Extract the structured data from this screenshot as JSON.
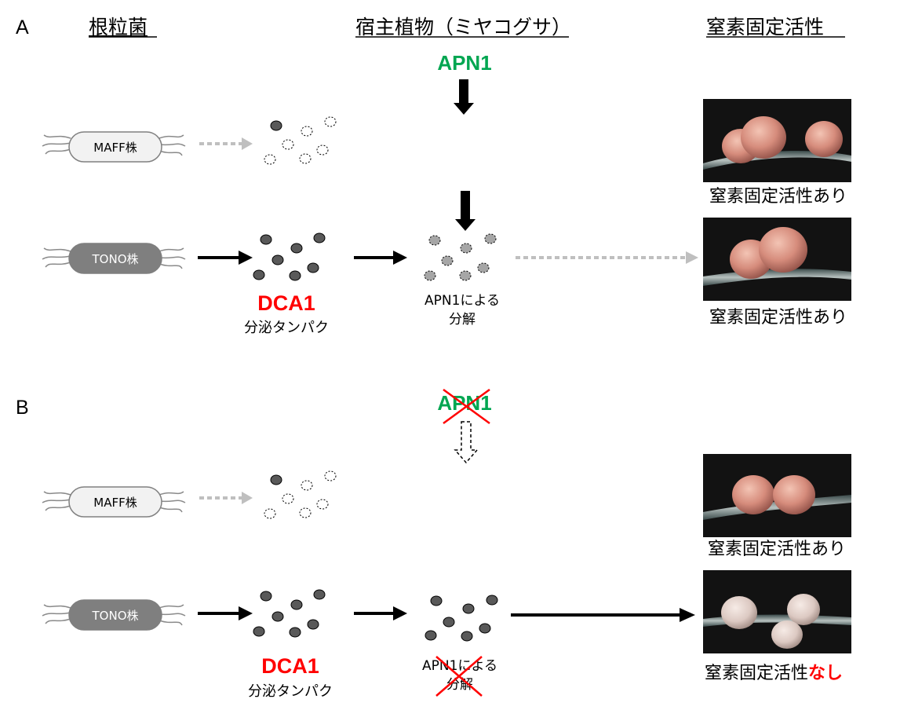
{
  "panels": {
    "a_letter": "A",
    "b_letter": "B"
  },
  "headers": {
    "rhizobia": "根粒菌",
    "host_plant": "宿主植物（ミヤコグサ）",
    "nitrogen_fixation": "窒素固定活性"
  },
  "strains": {
    "maff": "MAFF株",
    "tono": "TONO株"
  },
  "protein": {
    "name": "DCA1",
    "desc": "分泌タンパク"
  },
  "host_gene": {
    "name": "APN1"
  },
  "degradation": {
    "line1": "APN1による",
    "line2": "分解"
  },
  "results": {
    "active": "窒素固定活性あり",
    "inactive_prefix": "窒素固定活性",
    "inactive_suffix": "なし"
  },
  "colors": {
    "green": "#00a651",
    "red": "#ff0000",
    "dark_cell": "#7f7f7f",
    "light_cell": "#f2f2f2",
    "dot_fill": "#595959",
    "gray_arrow": "#bfbfbf"
  },
  "icons": [
    "rhizobium-cell-icon",
    "dca1-dot-icon",
    "arrow-icon",
    "cross-out-icon",
    "nodule-photo"
  ]
}
